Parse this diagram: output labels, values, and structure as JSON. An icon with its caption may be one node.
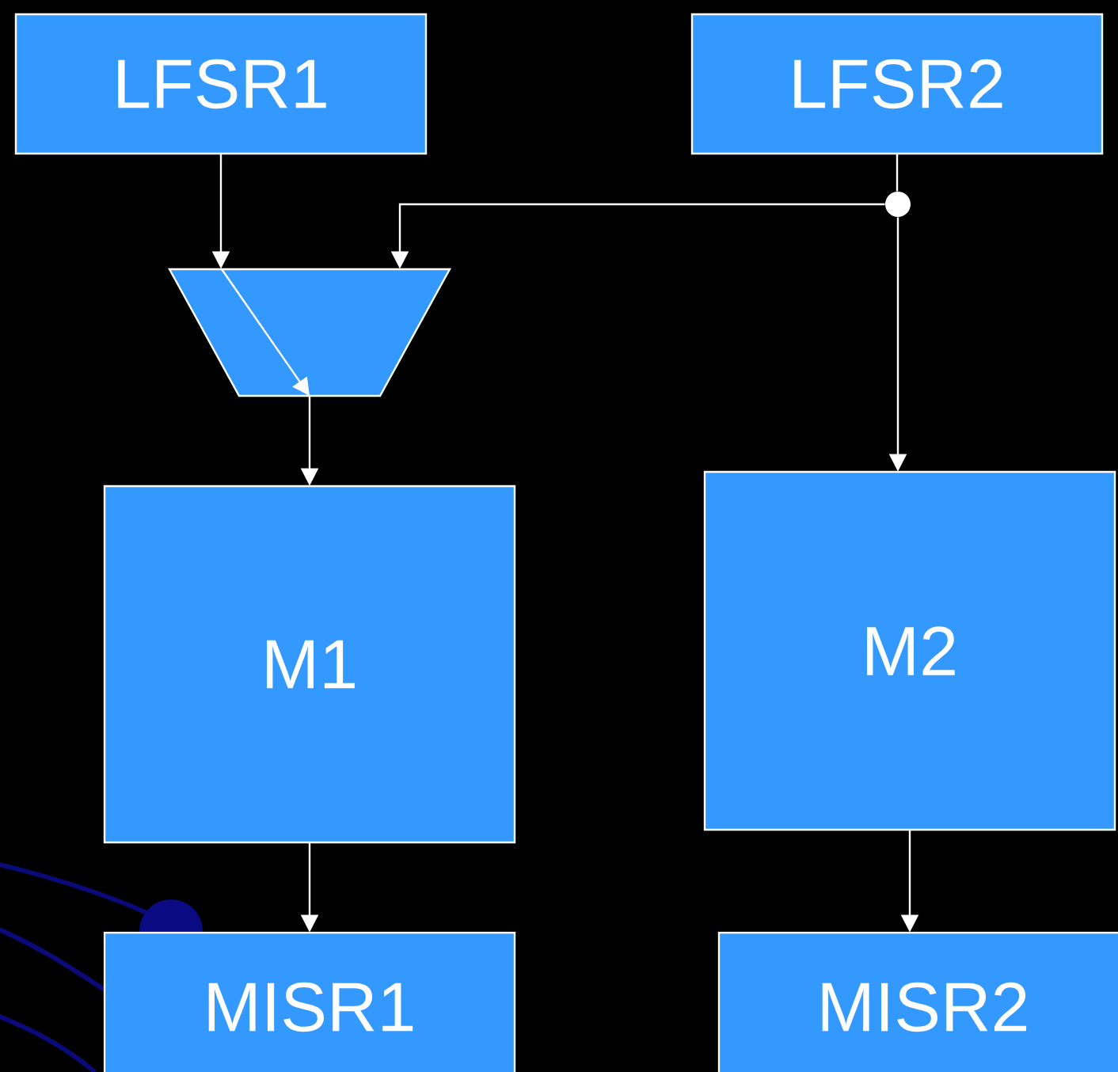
{
  "diagram": {
    "nodes": [
      {
        "text": [
          "LFSR1"
        ]
      },
      {
        "text": [
          "LFSR2"
        ]
      },
      {
        "text": [],
        "shape": "trapezoid"
      },
      {
        "text": [],
        "shape": "circle"
      },
      {
        "text": [
          "M1"
        ]
      },
      {
        "text": [
          "M2"
        ]
      },
      {
        "text": [
          "MISR1"
        ]
      },
      {
        "text": [
          "MISR2"
        ]
      }
    ],
    "edges": [
      {
        "from": 0,
        "to": 2,
        "arrow": "to"
      },
      {
        "from": 1,
        "to": 3,
        "arrow": "none"
      },
      {
        "from": 3,
        "to": 2,
        "arrow": "to"
      },
      {
        "from": 3,
        "to": 5,
        "arrow": "to"
      },
      {
        "from": 2,
        "to": 4,
        "arrow": "to"
      },
      {
        "from": 4,
        "to": 6,
        "arrow": "to"
      },
      {
        "from": 5,
        "to": 7,
        "arrow": "to"
      }
    ]
  }
}
